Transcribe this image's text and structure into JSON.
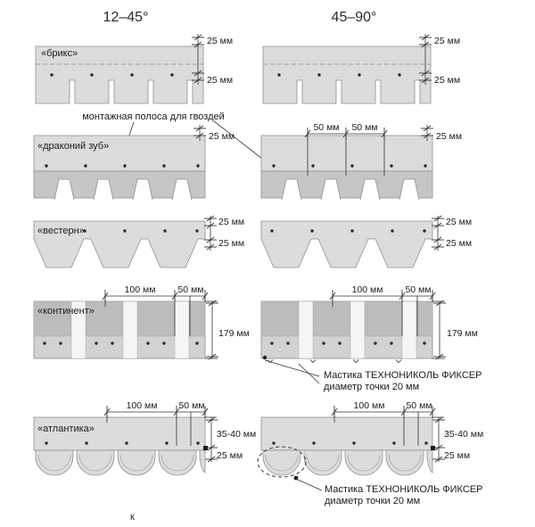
{
  "headers": {
    "left": "12–45°",
    "right": "45–90°"
  },
  "shingles": {
    "briks": "«брикс»",
    "dragon_tooth": "«драконий зуб»",
    "western": "«вестерн»",
    "continent": "«континент»",
    "atlantika": "«атлантика»"
  },
  "dims": {
    "d25": "25 мм",
    "d50": "50 мм",
    "d100": "100 мм",
    "d179": "179 мм",
    "d35_40": "35-40 мм"
  },
  "annotations": {
    "nail_strip": "монтажная полоса для гвоздей",
    "mastic_title": "Мастика ТЕХНОНИКОЛЬ ФИКСЕР",
    "mastic_detail": "диаметр точки 20 мм",
    "bottom_fragment": "к"
  },
  "colors": {
    "shingle_light": "#dcdcdc",
    "shingle_shadow": "#c6c6c6",
    "continent_tab": "#bcbcbc",
    "gap_highlight": "#f5f5f5",
    "nail_strip_dashed": "#8ea58e",
    "dimension_line": "#333333"
  }
}
